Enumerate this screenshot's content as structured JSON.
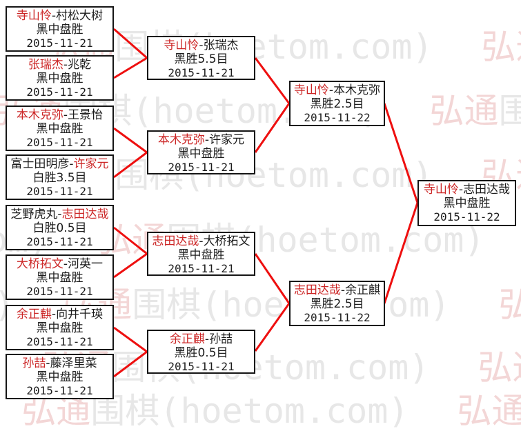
{
  "watermark": {
    "prefix": "弘通",
    "suffix_cn": "围棋",
    "suffix_latin": "(hoetom.com)"
  },
  "labels": {
    "sep": "-"
  },
  "colors": {
    "winner_name": "#cc2626",
    "connector": "#ee0f0f",
    "box_border": "#151515",
    "watermark_gray": "#e7e7e7",
    "watermark_pink": "#f3d6d6"
  },
  "bracket": {
    "round1": [
      {
        "p1": "寺山怜",
        "p2": "村松大树",
        "winner": "p1",
        "result": "黑中盘胜",
        "date": "2015-11-21"
      },
      {
        "p1": "张瑞杰",
        "p2": "兆乾",
        "winner": "p1",
        "result": "黑中盘胜",
        "date": "2015-11-21"
      },
      {
        "p1": "本木克弥",
        "p2": "王景怡",
        "winner": "p1",
        "result": "黑中盘胜",
        "date": "2015-11-21"
      },
      {
        "p1": "富士田明彦",
        "p2": "许家元",
        "winner": "p2",
        "result": "白胜3.5目",
        "date": "2015-11-21"
      },
      {
        "p1": "芝野虎丸",
        "p2": "志田达哉",
        "winner": "p2",
        "result": "白胜0.5目",
        "date": "2015-11-21"
      },
      {
        "p1": "大桥拓文",
        "p2": "河英一",
        "winner": "p1",
        "result": "黑中盘胜",
        "date": "2015-11-21"
      },
      {
        "p1": "余正麒",
        "p2": "向井千瑛",
        "winner": "p1",
        "result": "黑中盘胜",
        "date": "2015-11-21"
      },
      {
        "p1": "孙喆",
        "p2": "藤泽里菜",
        "winner": "p1",
        "result": "黑中盘胜",
        "date": "2015-11-21"
      }
    ],
    "round2": [
      {
        "p1": "寺山怜",
        "p2": "张瑞杰",
        "winner": "p1",
        "result": "黑胜5.5目",
        "date": "2015-11-21"
      },
      {
        "p1": "本木克弥",
        "p2": "许家元",
        "winner": "p1",
        "result": "黑中盘胜",
        "date": "2015-11-21"
      },
      {
        "p1": "志田达哉",
        "p2": "大桥拓文",
        "winner": "p1",
        "result": "黑中盘胜",
        "date": "2015-11-21"
      },
      {
        "p1": "余正麒",
        "p2": "孙喆",
        "winner": "p1",
        "result": "黑胜0.5目",
        "date": "2015-11-21"
      }
    ],
    "semifinals": [
      {
        "p1": "寺山怜",
        "p2": "本木克弥",
        "winner": "p1",
        "result": "黑胜2.5目",
        "date": "2015-11-22"
      },
      {
        "p1": "志田达哉",
        "p2": "余正麒",
        "winner": "p1",
        "result": "黑胜2.5目",
        "date": "2015-11-22"
      }
    ],
    "final": [
      {
        "p1": "寺山怜",
        "p2": "志田达哉",
        "winner": "p1",
        "result": "黑中盘胜",
        "date": "2015-11-22"
      }
    ]
  }
}
